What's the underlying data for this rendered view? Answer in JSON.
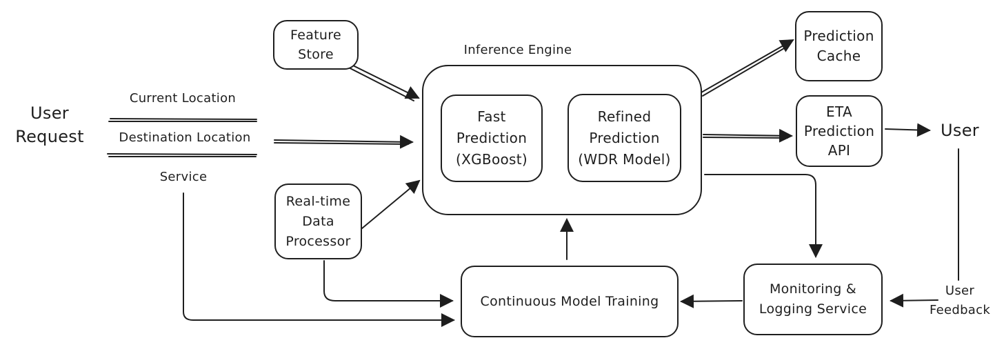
{
  "diagram": {
    "user_request": "User\nRequest",
    "inputs": {
      "current_location": "Current Location",
      "destination_location": "Destination Location",
      "service": "Service"
    },
    "feature_store": "Feature\nStore",
    "realtime_processor": "Real-time\nData\nProcessor",
    "inference_engine": {
      "title": "Inference Engine",
      "fast_prediction": "Fast\nPrediction\n(XGBoost)",
      "refined_prediction": "Refined\nPrediction\n(WDR Model)"
    },
    "prediction_cache": "Prediction\nCache",
    "eta_api": "ETA\nPrediction\nAPI",
    "user": "User",
    "user_feedback": "User\nFeedback",
    "monitoring": "Monitoring &\nLogging Service",
    "training": "Continuous Model Training"
  }
}
